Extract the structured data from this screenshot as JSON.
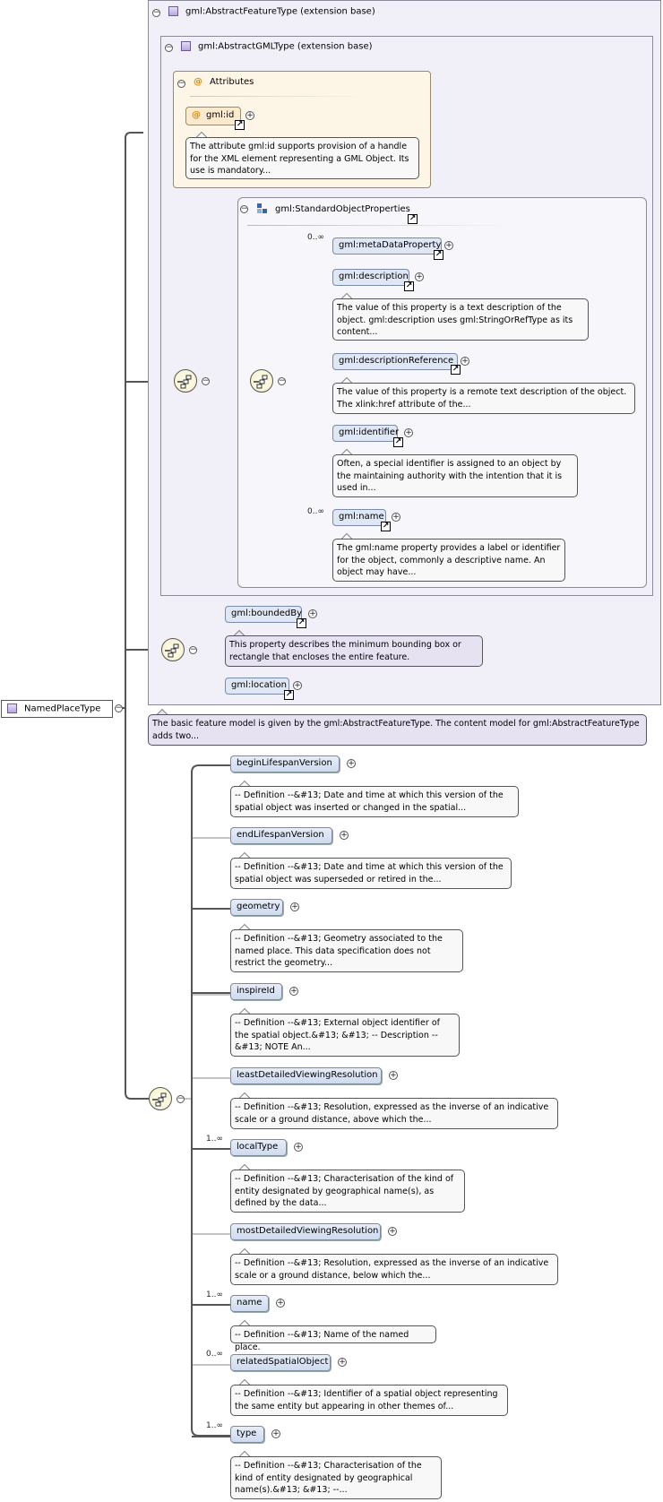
{
  "root": {
    "label": "NamedPlaceType"
  },
  "feature_type": {
    "label": "gml:AbstractFeatureType (extension base)"
  },
  "gml_type": {
    "label": "gml:AbstractGMLType (extension base)"
  },
  "attributes": {
    "title": "Attributes",
    "id": {
      "label": "gml:id",
      "doc": "The attribute gml:id supports provision of a handle for the XML element representing a GML Object. Its use is mandatory..."
    }
  },
  "std_props": {
    "title": "gml:StandardObjectProperties",
    "items": [
      {
        "label": "gml:metaDataProperty",
        "card": "0..∞",
        "doc": ""
      },
      {
        "label": "gml:description",
        "card": "",
        "doc": "The value of this property is a text description of the object. gml:description uses gml:StringOrRefType as its content..."
      },
      {
        "label": "gml:descriptionReference",
        "card": "",
        "doc": "The value of this property is a remote text description of the object. The xlink:href attribute of the..."
      },
      {
        "label": "gml:identifier",
        "card": "",
        "doc": "Often, a special identifier is assigned to an object by the maintaining authority with the intention that it is used in..."
      },
      {
        "label": "gml:name",
        "card": "0..∞",
        "doc": "The gml:name property provides a label or identifier for the object, commonly a descriptive name. An object may have..."
      }
    ]
  },
  "bounds": {
    "bounded_by": {
      "label": "gml:boundedBy",
      "doc": "This property describes the minimum bounding box or rectangle that encloses the entire feature."
    },
    "location": {
      "label": "gml:location"
    }
  },
  "feature_doc": "The basic feature model is given by the gml:AbstractFeatureType. The content model for gml:AbstractFeatureType adds two...",
  "elements": [
    {
      "label": "beginLifespanVersion",
      "card": "",
      "doc": "-- Definition --&#13; Date and time at which this version of the spatial object was inserted or changed in the spatial..."
    },
    {
      "label": "endLifespanVersion",
      "card": "",
      "doc": "-- Definition --&#13; Date and time at which this version of the spatial object was superseded or retired in the..."
    },
    {
      "label": "geometry",
      "card": "",
      "doc": "-- Definition --&#13; Geometry associated to the named place. This data specification does not restrict the geometry..."
    },
    {
      "label": "inspireId",
      "card": "",
      "doc": "-- Definition --&#13; External object identifier of the spatial object.&#13; &#13; -- Description --&#13; NOTE An..."
    },
    {
      "label": "leastDetailedViewingResolution",
      "card": "",
      "doc": "-- Definition --&#13; Resolution, expressed as the inverse of an indicative scale or a ground distance, above which the..."
    },
    {
      "label": "localType",
      "card": "1..∞",
      "doc": "-- Definition --&#13; Characterisation of the kind of entity designated by geographical name(s), as defined by the data..."
    },
    {
      "label": "mostDetailedViewingResolution",
      "card": "",
      "doc": "-- Definition --&#13; Resolution, expressed as the inverse of an indicative scale or a ground distance, below which the..."
    },
    {
      "label": "name",
      "card": "1..∞",
      "doc": "-- Definition --&#13; Name of the named place."
    },
    {
      "label": "relatedSpatialObject",
      "card": "0..∞",
      "doc": "-- Definition --&#13; Identifier of a spatial object representing the same entity but appearing in other themes of..."
    },
    {
      "label": "type",
      "card": "1..∞",
      "doc": "-- Definition --&#13; Characterisation of the kind of entity designated by geographical name(s).&#13; &#13; --..."
    }
  ],
  "colors": {
    "element_fill": "#cfdaee",
    "doc_fill": "#f8f8f8",
    "attr_fill": "#fdf6e6",
    "panel_fill": "#f1f0f8"
  }
}
